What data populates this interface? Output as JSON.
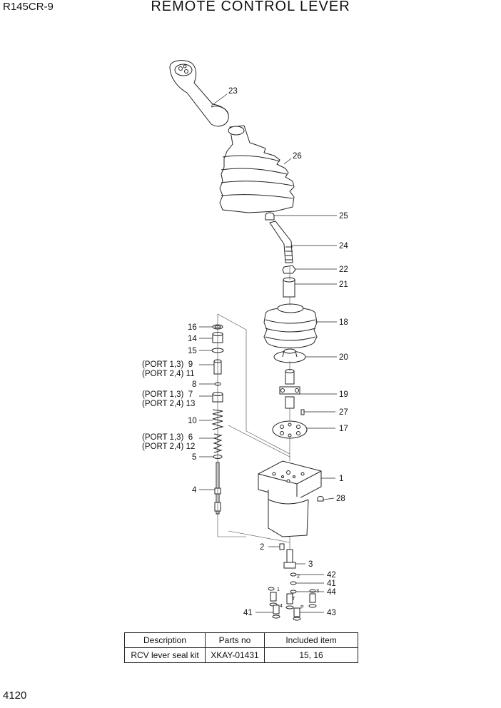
{
  "header": {
    "model": "R145CR-9",
    "title": "REMOTE CONTROL LEVER"
  },
  "footer": {
    "page_number": "4120"
  },
  "callouts": {
    "c23": "23",
    "c26": "26",
    "c25": "25",
    "c24": "24",
    "c22": "22",
    "c21": "21",
    "c18": "18",
    "c20": "20",
    "c19": "19",
    "c27": "27",
    "c17": "17",
    "c1": "1",
    "c28": "28",
    "c3": "3",
    "c2": "2",
    "c42": "42",
    "c41a": "41",
    "c44": "44",
    "c41b": "41",
    "c43": "43",
    "c16": "16",
    "c14": "14",
    "c15": "15",
    "c9": "(PORT 1,3)  9",
    "c11": "(PORT 2,4) 11",
    "c8": "8",
    "c7": "(PORT 1,3)  7",
    "c13": "(PORT 2,4) 13",
    "c10": "10",
    "c6": "(PORT 1,3)  6",
    "c12": "(PORT 2,4) 12",
    "c5": "5",
    "c4": "4"
  },
  "port_marks": {
    "p1": "1",
    "p2": "2",
    "p3": "3",
    "p4": "4",
    "pT": "T",
    "pP": "P"
  },
  "kit_table": {
    "headers": [
      "Description",
      "Parts no",
      "Included item"
    ],
    "rows": [
      [
        "RCV lever seal kit",
        "XKAY-01431",
        "15, 16"
      ]
    ]
  }
}
